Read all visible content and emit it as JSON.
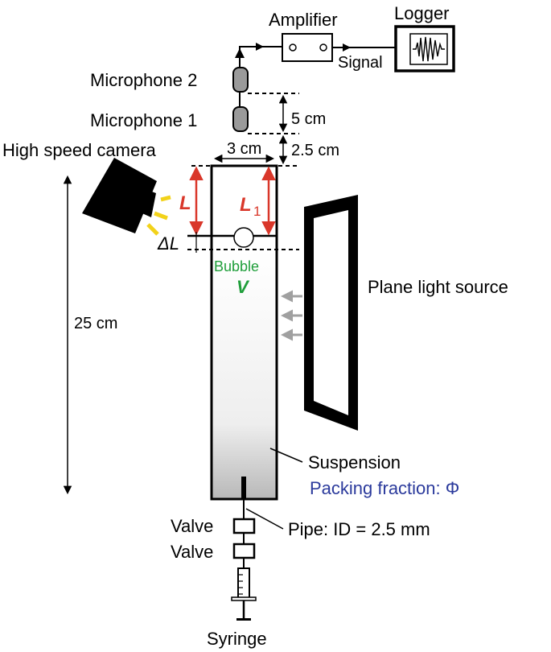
{
  "labels": {
    "amplifier": "Amplifier",
    "logger": "Logger",
    "signal": "Signal",
    "microphone2": "Microphone 2",
    "microphone1": "Microphone 1",
    "high_speed_camera": "High speed camera",
    "tube_width": "3 cm",
    "mic_spacing": "5 cm",
    "mic_to_tube": "2.5 cm",
    "L_main": "L",
    "L1_main": "L",
    "L1_sub": "1",
    "delta_L": "ΔL",
    "bubble": "Bubble",
    "bubble_volume": "V",
    "plane_light_source": "Plane light source",
    "tube_height": "25 cm",
    "suspension": "Suspension",
    "packing_fraction": "Packing fraction: Φ",
    "valve_upper": "Valve",
    "valve_lower": "Valve",
    "pipe": "Pipe: ID = 2.5 mm",
    "syringe": "Syringe"
  },
  "colors": {
    "line": "#000000",
    "length_marker": "#d9372a",
    "bubble_text": "#1f9e3a",
    "packing_text": "#2b3a9c",
    "light_rays": "#a0a0a0",
    "camera_flash": "#f2d21a",
    "microphone_fill": "#9a9a9a",
    "suspension_gradient_top": "#ffffff",
    "suspension_gradient_bottom": "#b8b8b8"
  },
  "icons": {
    "camera": "camera-icon",
    "microphone": "microphone-icon",
    "logger_wave": "waveform-icon",
    "syringe": "syringe-icon",
    "valve": "valve-icon"
  }
}
